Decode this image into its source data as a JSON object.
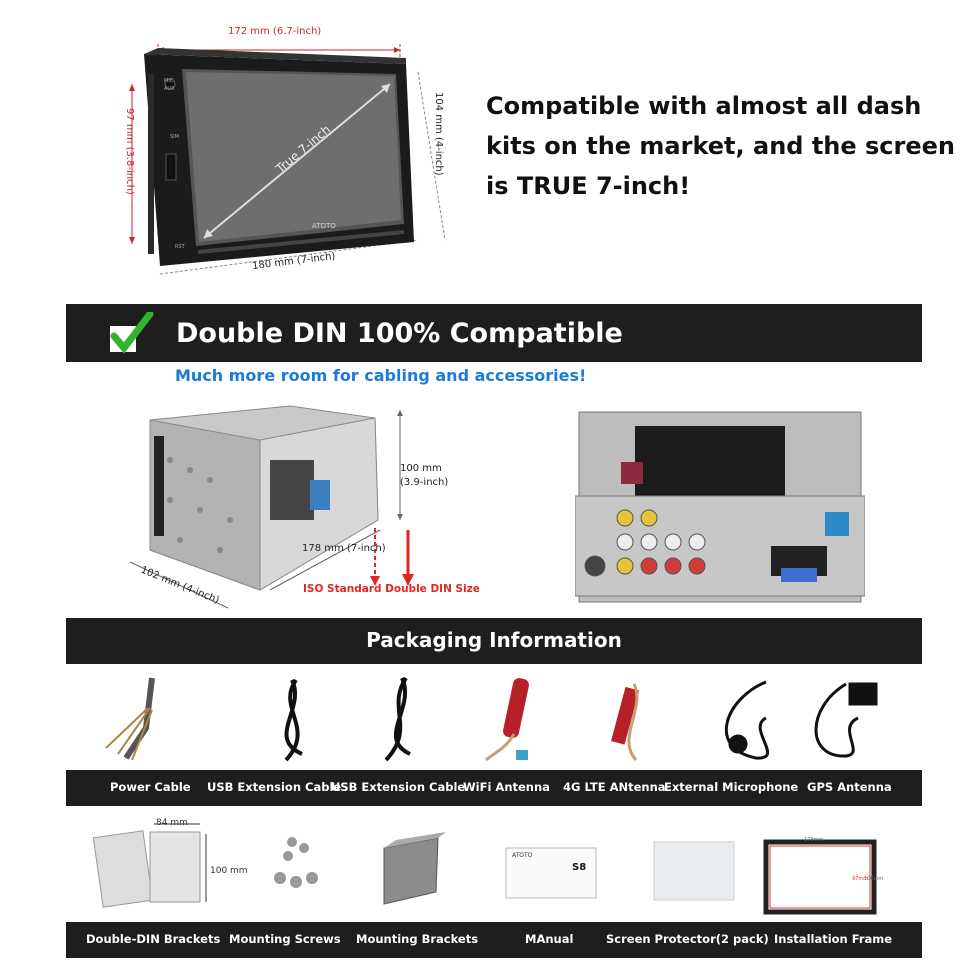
{
  "top_section": {
    "dim_width_top": "172 mm (6.7-inch)",
    "dim_height_left": "97 mm (3.8-inch)",
    "dim_height_right": "104 mm (4-inch)",
    "dim_width_bottom": "180 mm (7-inch)",
    "diagonal_label": "True 7-inch",
    "brand_text": "ATOTO",
    "side_labels": [
      "MIC",
      "AUX",
      "SIM",
      "RST"
    ],
    "headline": "Compatible with almost all dash kits on the market, and the screen is TRUE 7-inch!"
  },
  "din_section": {
    "title": "Double DIN 100% Compatible",
    "subtitle": "Much more room for cabling and accessories!",
    "dim_height": "100 mm",
    "dim_height_inch": "(3.9-inch)",
    "dim_length": "178 mm (7-inch)",
    "dim_width": "102 mm (4-inch)",
    "iso_label": "ISO Standard Double DIN Size"
  },
  "packaging": {
    "title": "Packaging Information",
    "row1": [
      "Power Cable",
      "USB Extension Cable",
      "USB Extension Cable",
      "WiFi Antenna",
      "4G LTE ANtenna",
      "External Microphone",
      "GPS Antenna"
    ],
    "row2": [
      "Double-DIN Brackets",
      "Mounting Screws",
      "Mounting Brackets",
      "MAnual",
      "Screen Protector(2 pack)",
      "Installation Frame"
    ],
    "bracket_dim_width": "84 mm",
    "bracket_dim_height": "100 mm",
    "manual_brand": "ATOTO",
    "manual_model": "S8",
    "frame_dim_width": "178mm",
    "frame_dim_height": "100mm",
    "frame_dim_inner": "97mm"
  },
  "colors": {
    "bar_bg": "#1e1e1e",
    "dimension_red": "#c8262b",
    "subtitle_blue": "#1a7bd9",
    "check_green": "#2fb52f",
    "iso_red": "#e52521"
  }
}
